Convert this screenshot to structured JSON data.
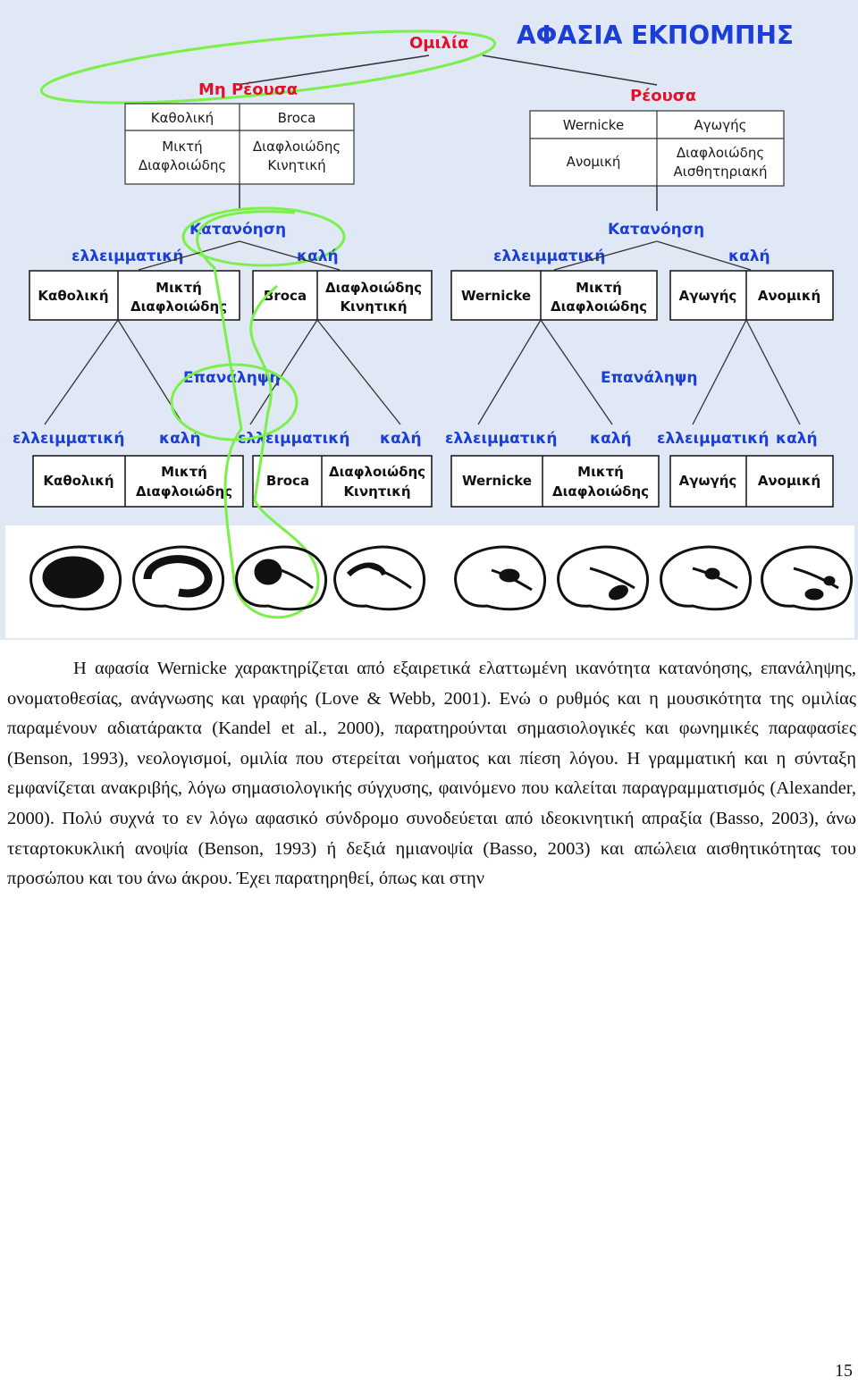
{
  "figure": {
    "title": "ΑΦΑΣΙΑ ΕΚΠΟΜΠΗΣ",
    "root": "Ομιλία",
    "branch_left": "Μη Ρέουσα",
    "branch_right": "Ρέουσα",
    "top_table_left": [
      [
        "Καθολική",
        "Broca"
      ],
      [
        "Μικτή\nΔιαφλοιώδης",
        "Διαφλοιώδης\nΚινητική"
      ]
    ],
    "top_table_right": [
      [
        "Wernicke",
        "Αγωγής"
      ],
      [
        "Ανομική",
        "Διαφλοιώδης\nΑισθητηριακή"
      ]
    ],
    "comprehension_label": "Κατανόηση",
    "repetition_label": "Επανάληψη",
    "impaired_label": "ελλειμματική",
    "good_label": "καλή",
    "level2_boxes": [
      [
        "Καθολική",
        "Μικτή\nΔιαφλοιώδης"
      ],
      [
        "Broca",
        "Διαφλοιώδης\nΚινητική"
      ],
      [
        "Wernicke",
        "Μικτή\nΔιαφλοιώδης"
      ],
      [
        "Αγωγής",
        "Ανομική"
      ]
    ],
    "level3_boxes": [
      [
        "Καθολική",
        "Μικτή\nΔιαφλοιώδης"
      ],
      [
        "Broca",
        "Διαφλοιώδης\nΚινητική"
      ],
      [
        "Wernicke",
        "Μικτή\nΔιαφλοιώδης"
      ],
      [
        "Αγωγής",
        "Ανομική"
      ]
    ],
    "colors": {
      "background": "#dfe8f4",
      "blue_text": "#1b3fd6",
      "red_text": "#e3102a",
      "highlight": "#7cf04a"
    }
  },
  "paragraph": "Η αφασία Wernicke χαρακτηρίζεται από εξαιρετικά ελαττωμένη ικανότητα κατανόησης, επανάληψης, ονοματοθεσίας, ανάγνωσης και γραφής (Love & Webb, 2001). Ενώ ο ρυθμός και η μουσικότητα της ομιλίας παραμένουν αδιατάρακτα (Kandel et al., 2000), παρατηρούνται σημασιολογικές και φωνημικές παραφασίες (Benson, 1993), νεολογισμοί, ομιλία που στερείται νοήματος και πίεση λόγου. Η γραμματική και η σύνταξη εμφανίζεται ανακριβής, λόγω σημασιολογικής σύγχυσης, φαινόμενο που καλείται παραγραμματισμός (Alexander, 2000). Πολύ συχνά το εν λόγω αφασικό σύνδρομο συνοδεύεται από ιδεοκινητική απραξία (Basso, 2003), άνω τεταρτοκυκλική ανοψία (Benson, 1993) ή δεξιά ημιανοψία (Basso, 2003) και απώλεια αισθητικότητας του προσώπου και του άνω άκρου. Έχει παρατηρηθεί, όπως και στην",
  "page_number": "15"
}
